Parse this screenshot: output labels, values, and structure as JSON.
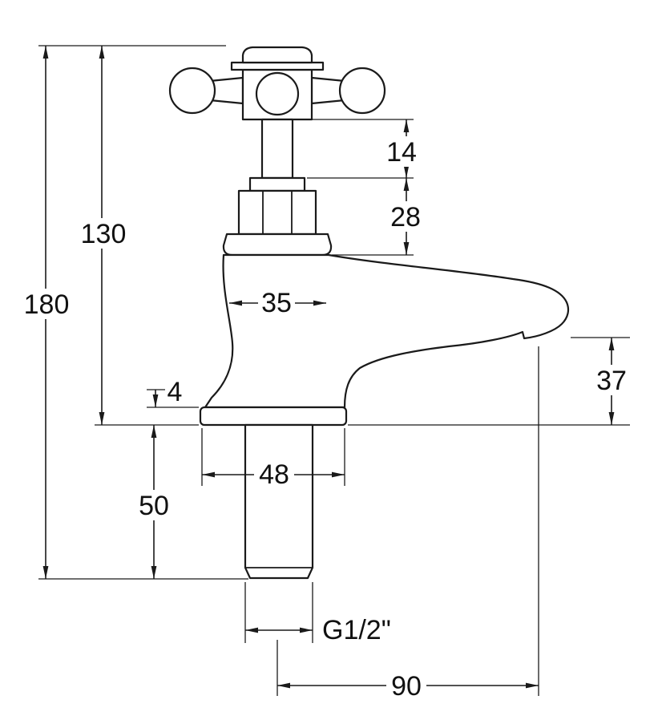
{
  "drawing": {
    "dimensions": {
      "overall_height": "180",
      "upper_body_height": "130",
      "stem_height": "14",
      "bonnet_height": "28",
      "body_diameter": "35",
      "spout_clearance": "37",
      "deck_thickness": "4",
      "shank_length": "50",
      "base_diameter": "48",
      "thread_size": "G1/2\"",
      "spout_reach": "90"
    }
  }
}
